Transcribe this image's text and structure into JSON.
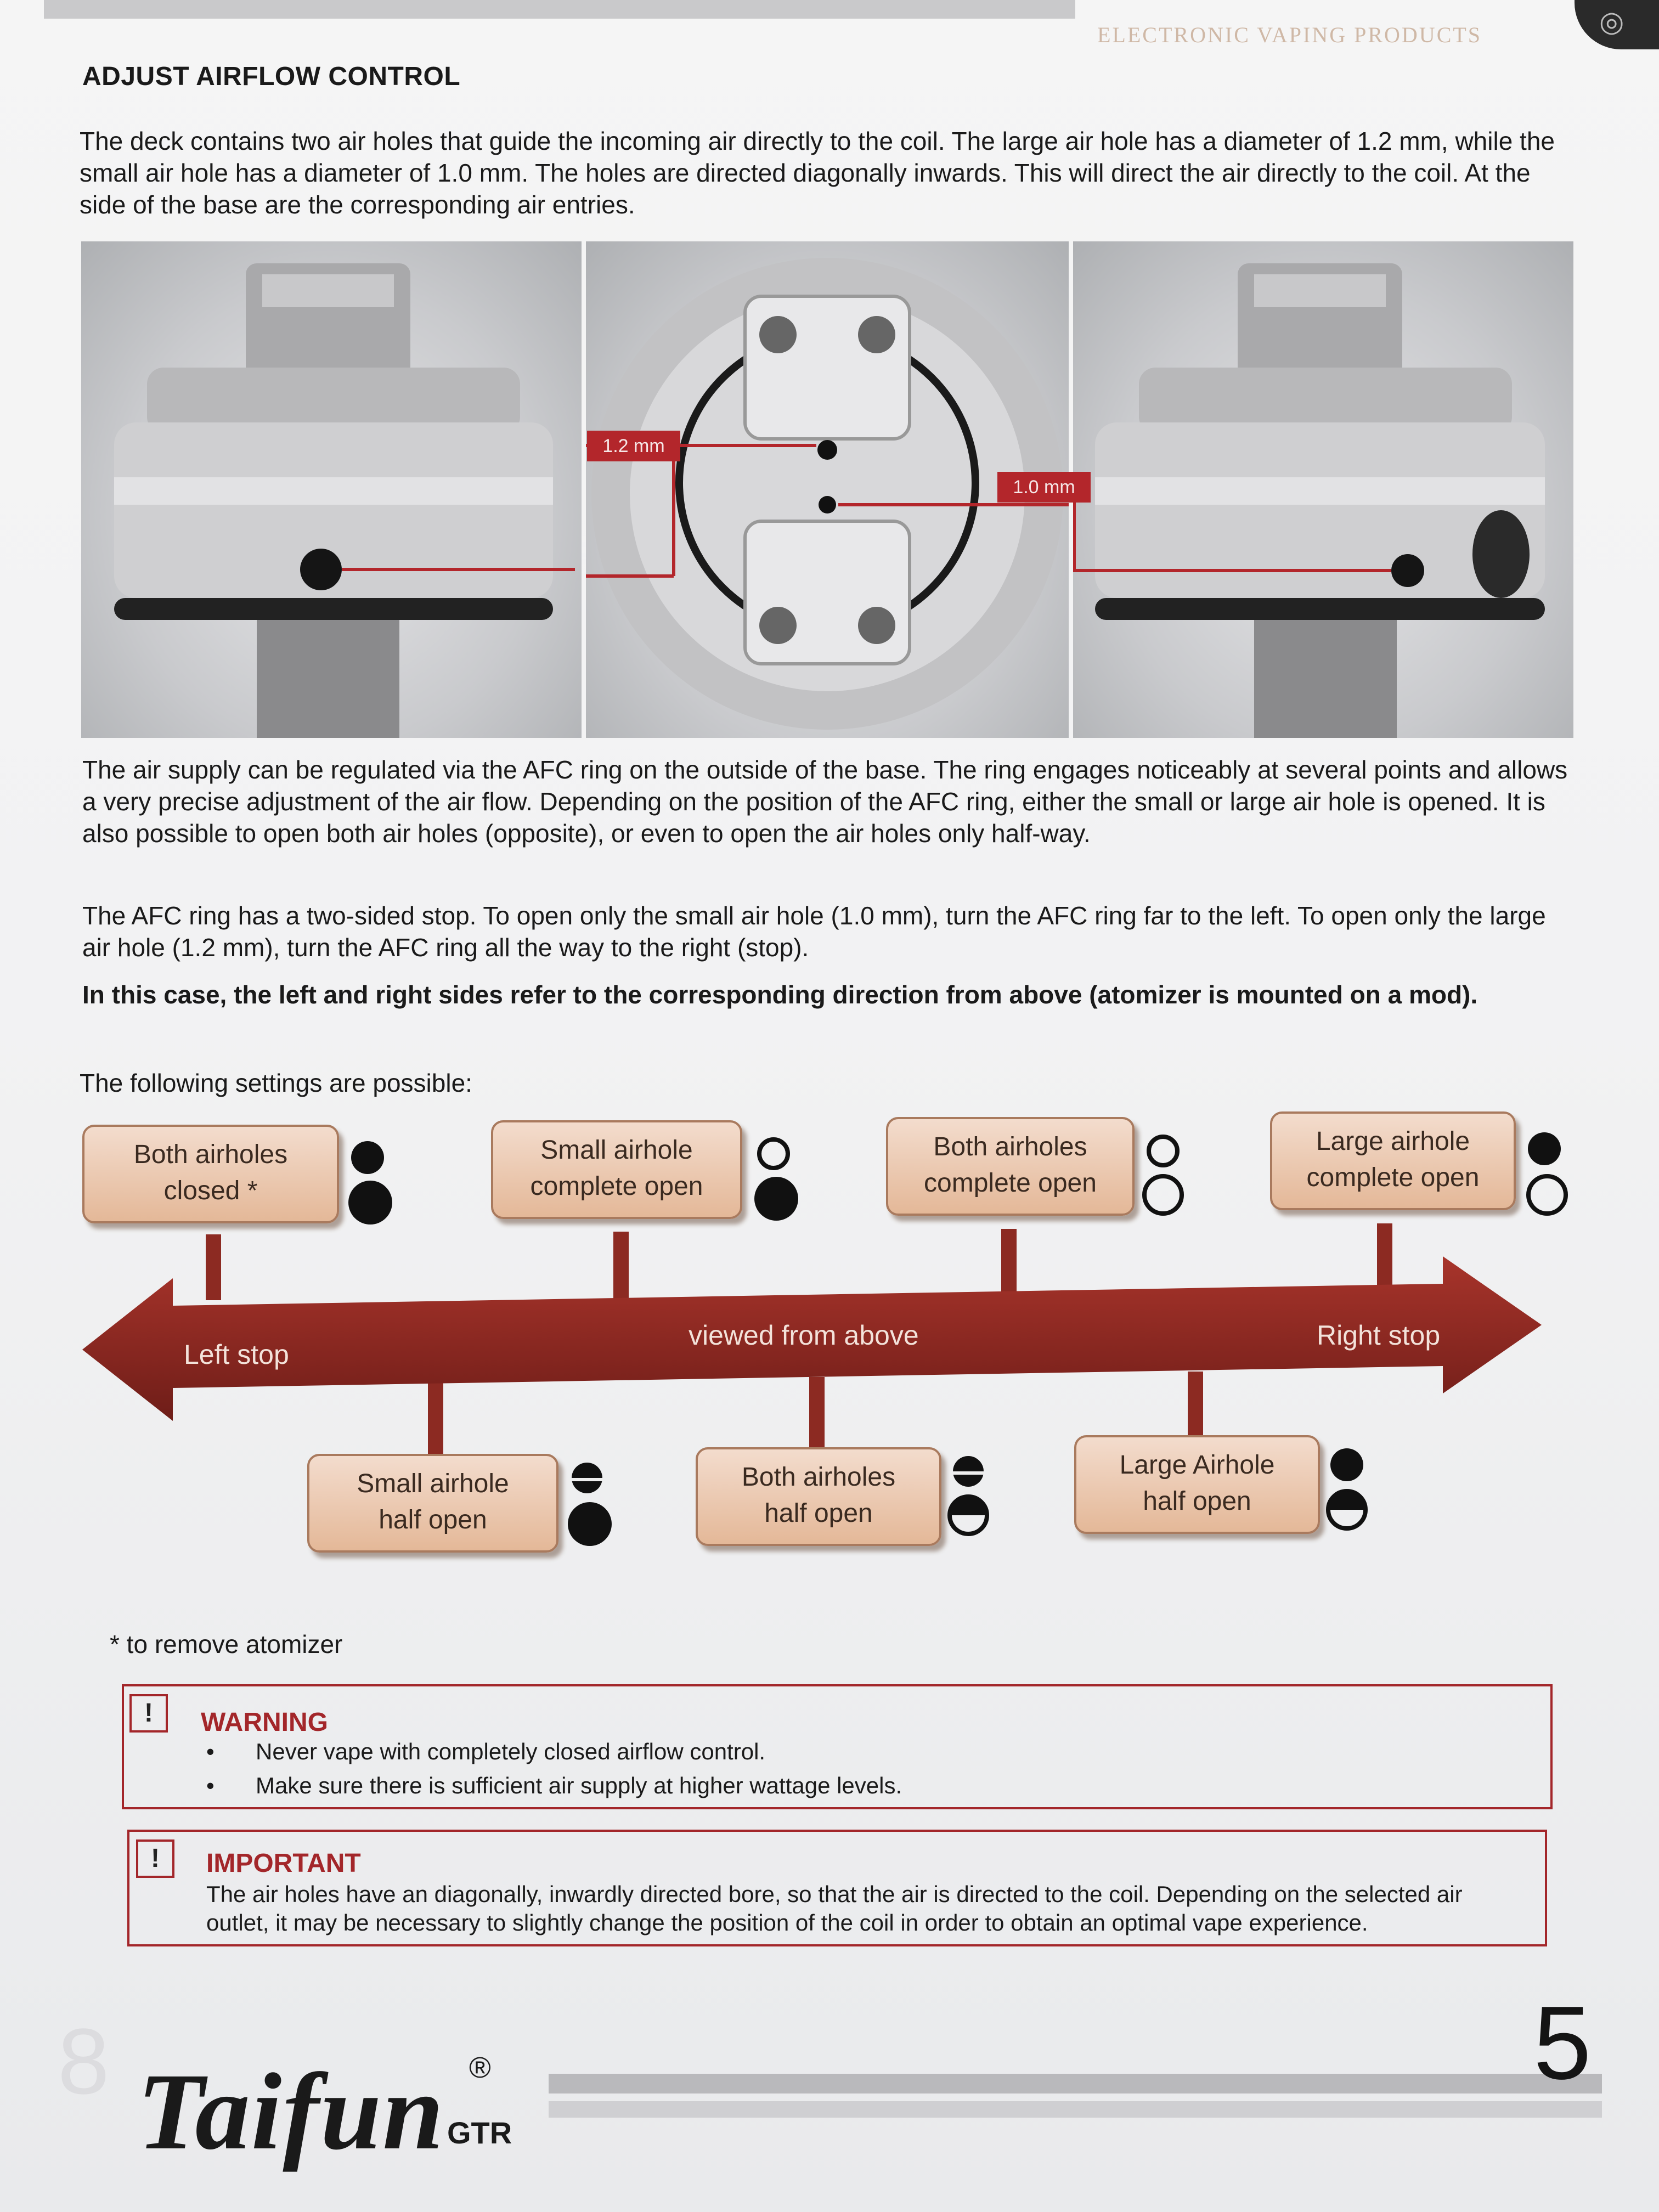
{
  "header": {
    "brand_subtitle": "ELECTRONIC VAPING PRODUCTS",
    "logo_icon": "brand-swirl-icon"
  },
  "section": {
    "title": "ADJUST AIRFLOW CONTROL",
    "intro": "The deck contains two air holes that guide the incoming air directly to the coil. The large air hole has a diameter of 1.2 mm, while the small air hole has a diameter of 1.0 mm. The holes are directed diagonally inwards. This will direct the air directly to the coil. At the side of the base are the corresponding air entries."
  },
  "photos": {
    "label_large": "1.2 mm",
    "label_small": "1.0 mm",
    "accent_color": "#b3262b"
  },
  "body": {
    "p_supply": "The air supply can be regulated via the AFC ring on the outside of the base. The ring engages noticeably at several points and allows a very precise adjustment of the air flow. Depending on the position of the AFC ring, either the small or large air hole is opened. It is also possible to open both air holes (opposite), or even to open the air holes only half-way.",
    "p_stop": "The AFC ring has a two-sided stop. To open only the small air hole (1.0 mm), turn the AFC ring far to the left. To open only the large air hole (1.2 mm), turn the AFC ring all the way to the right (stop).",
    "p_note": "In this case, the left and right sides refer to the corresponding direction from above (atomizer is mounted on a mod).",
    "p_settings": "The following settings are possible:"
  },
  "diagram": {
    "arrow_left": "Left stop",
    "arrow_center": "viewed from above",
    "arrow_right": "Right stop",
    "arrow_color": "#8e2a23",
    "top_settings": [
      {
        "line1": "Both airholes",
        "line2": "closed *"
      },
      {
        "line1": "Small airhole",
        "line2": "complete open"
      },
      {
        "line1": "Both airholes",
        "line2": "complete open"
      },
      {
        "line1": "Large airhole",
        "line2": "complete open"
      }
    ],
    "bottom_settings": [
      {
        "line1": "Small airhole",
        "line2": "half open"
      },
      {
        "line1": "Both airholes",
        "line2": "half open"
      },
      {
        "line1": "Large Airhole",
        "line2": "half open"
      }
    ]
  },
  "footnote": "* to remove atomizer",
  "warning": {
    "icon": "!",
    "title": "WARNING",
    "items": [
      "Never vape with completely closed airflow control.",
      "Make sure there is sufficient air supply at higher wattage levels."
    ],
    "color": "#a3262a"
  },
  "important": {
    "icon": "!",
    "title": "IMPORTANT",
    "text": "The air holes have an diagonally, inwardly directed bore, so that the air is directed to the coil. Depending on the selected air outlet, it may be necessary to slightly change the position of the coil in order to obtain an optimal vape experience."
  },
  "footer": {
    "ghost_number": "8",
    "page_number": "5",
    "logo": "Taifun",
    "logo_mark": "®",
    "logo_model": "GTR"
  }
}
